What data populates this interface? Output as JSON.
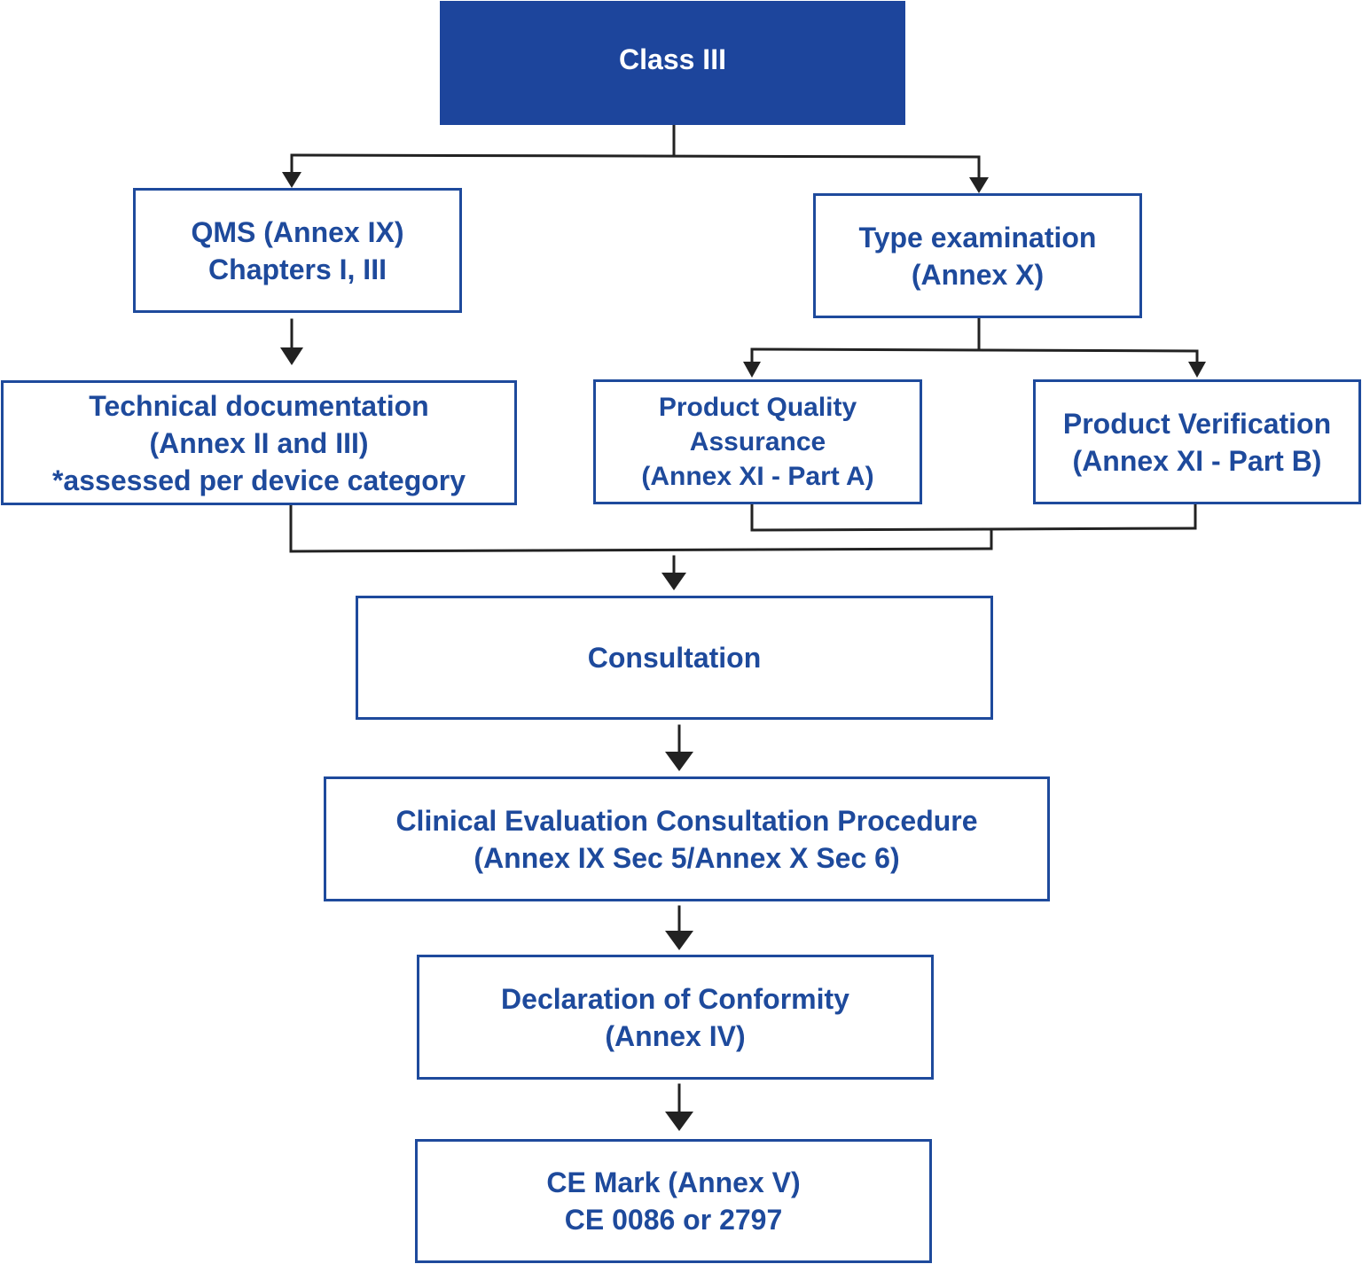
{
  "boxes": {
    "class_iii": {
      "lines": [
        "Class III"
      ]
    },
    "qms": {
      "lines": [
        "QMS (Annex IX)",
        "Chapters I, III"
      ]
    },
    "type_examination": {
      "lines": [
        "Type examination",
        "(Annex X)"
      ]
    },
    "technical_documentation": {
      "lines": [
        "Technical documentation",
        "(Annex II and III)",
        "*assessed per device category"
      ]
    },
    "product_quality_assurance": {
      "lines": [
        "Product Quality",
        "Assurance",
        "(Annex XI - Part A)"
      ]
    },
    "product_verification": {
      "lines": [
        "Product Verification",
        "(Annex XI - Part B)"
      ]
    },
    "consultation": {
      "lines": [
        "Consultation"
      ]
    },
    "clinical_evaluation": {
      "lines": [
        "Clinical Evaluation Consultation Procedure",
        "(Annex IX Sec 5/Annex X Sec 6)"
      ]
    },
    "declaration_of_conformity": {
      "lines": [
        "Declaration of Conformity",
        "(Annex IV)"
      ]
    },
    "ce_mark": {
      "lines": [
        "CE Mark (Annex V)",
        "CE 0086 or 2797"
      ]
    }
  },
  "colors": {
    "primary_blue": "#1e4a9c",
    "header_fill": "#1d459c",
    "connector": "#222222"
  }
}
